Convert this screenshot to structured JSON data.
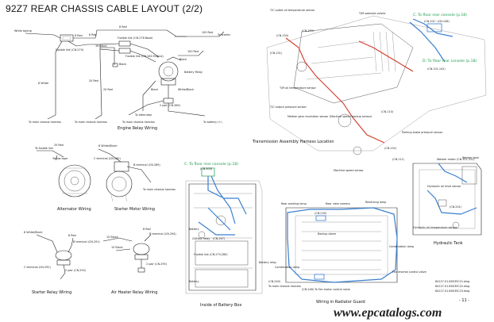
{
  "header": {
    "title": "92Z7 REAR CHASSIS CABLE LAYOUT (2/2)"
  },
  "engine_relay": {
    "caption": "Engine Relay Wiring",
    "labels": [
      {
        "id": "white-tape",
        "text": "White taping"
      },
      {
        "id": "fusible-cn279",
        "text": "Fusible link (CN.279)"
      },
      {
        "id": "w8-red-top",
        "text": "8 Red"
      },
      {
        "id": "w8-red-left",
        "text": "8 Red"
      },
      {
        "id": "w8-red-b",
        "text": "8 Red"
      },
      {
        "id": "w10-black",
        "text": "10 Black"
      },
      {
        "id": "black-a",
        "text": "Black"
      },
      {
        "id": "fusible-cn278",
        "text": "Fusible link (CN.278 Base)"
      },
      {
        "id": "fusible-cn280",
        "text": "Fusible link (CN.280 Engine)"
      },
      {
        "id": "w20-red",
        "text": "20 Red"
      },
      {
        "id": "w100-red",
        "text": "100 Red"
      },
      {
        "id": "to-starter",
        "text": "To starter"
      },
      {
        "id": "w100-red-b",
        "text": "100 Red"
      },
      {
        "id": "black-b",
        "text": "Black"
      },
      {
        "id": "battery-relay",
        "text": "Battery Relay"
      },
      {
        "id": "black-c",
        "text": "Black"
      },
      {
        "id": "white-black",
        "text": "White/Black"
      },
      {
        "id": "w8-white",
        "text": "8 White"
      },
      {
        "id": "w20-red-b",
        "text": "20 Red"
      },
      {
        "id": "w2-pair",
        "text": "2 pair (CN.360)"
      },
      {
        "id": "to-main-1",
        "text": "To main chassis harness"
      },
      {
        "id": "to-main-2",
        "text": "To main chassis harness"
      },
      {
        "id": "to-main-3",
        "text": "To main chassis harness"
      },
      {
        "id": "to-battery",
        "text": "To battery (+)"
      },
      {
        "id": "to-alternator",
        "text": "To alternator"
      }
    ]
  },
  "alternator": {
    "caption": "Alternator Wiring",
    "labels": [
      {
        "id": "to-fusible",
        "text": "To fusible link"
      },
      {
        "id": "w20-red-alt",
        "text": "20 Red"
      },
      {
        "id": "yellow-tape",
        "text": "Yellow tape"
      }
    ]
  },
  "starter_motor": {
    "caption": "Starter Motor Wiring",
    "labels": [
      {
        "id": "w8-whiteblack",
        "text": "8 White/Black"
      },
      {
        "id": "c-terminal",
        "text": "C terminal (CN.290)"
      },
      {
        "id": "b-terminal",
        "text": "B terminal (CN.289)"
      },
      {
        "id": "to-main-sm",
        "text": "To main chassis harness"
      }
    ]
  },
  "starter_relay": {
    "caption": "Starter Relay Wiring",
    "labels": [
      {
        "id": "w8-whiteblack-sr",
        "text": "8 White/Black"
      },
      {
        "id": "w8-red-sr",
        "text": "8 Red"
      },
      {
        "id": "b-terminal-sr",
        "text": "B terminal (CN.291)"
      },
      {
        "id": "c-terminal-sr",
        "text": "C terminal (CN.292)"
      },
      {
        "id": "w2-pair-sr",
        "text": "2 pair (CN.293)"
      }
    ]
  },
  "air_heater": {
    "caption": "Air Heater Relay Wiring",
    "labels": [
      {
        "id": "w15-black",
        "text": "15 Black"
      },
      {
        "id": "w15-black-b",
        "text": "15 Black"
      },
      {
        "id": "w8-red-ah",
        "text": "8 Red"
      },
      {
        "id": "b-terminal-ah",
        "text": "B terminal (CN.294)"
      },
      {
        "id": "w2-pair-ah",
        "text": "2 pair (CN.295)"
      }
    ]
  },
  "battery_box": {
    "caption": "Inside of Battery Box",
    "to_floor_rear": "C: To floor rear console (p.18)",
    "labels": [
      {
        "id": "cn303",
        "text": "(CN.303)"
      },
      {
        "id": "cn287",
        "text": "(CN.287)"
      },
      {
        "id": "cut-out-relay",
        "text": "Cut-out relay"
      },
      {
        "id": "fusible-bb",
        "text": "Fusible link (CN.279,280)"
      },
      {
        "id": "battery-relay-bb",
        "text": "Battery relay"
      },
      {
        "id": "battery-a",
        "text": "Battery"
      },
      {
        "id": "battery-b",
        "text": "Battery"
      }
    ]
  },
  "transmission": {
    "caption": "Transmission Assembly Harness Location",
    "to_floor_rear_a": "C: To floor rear console (p.18)",
    "to_floor_rear_b": "D: To floor rear console (p.18)",
    "labels": [
      {
        "id": "tc-outlet-temp",
        "text": "T/C outlet oil temperature sensor"
      },
      {
        "id": "cn150",
        "text": "(CN.150)"
      },
      {
        "id": "cn151",
        "text": "(CN.151)"
      },
      {
        "id": "cn159",
        "text": "(CN.159)"
      },
      {
        "id": "cn101",
        "text": "(CN.101~(CN.108)"
      },
      {
        "id": "cn131",
        "text": "(CN.101,102)"
      },
      {
        "id": "tm-solenoid",
        "text": "T/M solenoid valves"
      },
      {
        "id": "tm-oil-temp",
        "text": "T/M oil temperature sensor"
      },
      {
        "id": "tc-outlet-press",
        "text": "T/C output pressure sensor"
      },
      {
        "id": "cn110",
        "text": "(CN.110)"
      },
      {
        "id": "median-gear",
        "text": "Median gear revolution sensor (Machine speed backup sensor)"
      },
      {
        "id": "parking-brake",
        "text": "Parking brake pressure sensor"
      },
      {
        "id": "cn152",
        "text": "(CN.152)"
      },
      {
        "id": "cn111",
        "text": "(CN.111)"
      },
      {
        "id": "machine-speed",
        "text": "Machine speed sensor"
      }
    ]
  },
  "radiator_guard": {
    "caption": "Wiring in Radiator Guard",
    "labels": [
      {
        "id": "rear-working-lamp",
        "text": "Rear working lamp"
      },
      {
        "id": "rear-view-camera",
        "text": "Rear view camera"
      },
      {
        "id": "reverse-lamp",
        "text": "Reversing lamp"
      },
      {
        "id": "cn239",
        "text": "(CN.239)"
      },
      {
        "id": "backup-alarm",
        "text": "Backup alarm"
      },
      {
        "id": "combination-lamp-a",
        "text": "Combination lamp"
      },
      {
        "id": "combination-lamp-b",
        "text": "Combination lamp"
      },
      {
        "id": "rev-control-valve",
        "text": "Fan reverse control valve"
      },
      {
        "id": "cn240",
        "text": "(CN.240)"
      },
      {
        "id": "to-fan-motor",
        "text": "(CN.246) To Fan motor control valve"
      },
      {
        "id": "to-main-rg",
        "text": "To main chassis harness"
      }
    ]
  },
  "hydraulic_tank": {
    "caption": "Hydraulic Tank",
    "labels": [
      {
        "id": "washer-motor-a",
        "text": "Washer motor (CN.311,312)"
      },
      {
        "id": "washer-tank",
        "text": "Washer tank"
      },
      {
        "id": "hyd-oil-level",
        "text": "Hydraulic oil level sensor"
      },
      {
        "id": "cn201",
        "text": "(CN.201)"
      },
      {
        "id": "hyd-oil-temp",
        "text": "Hydraulic oil temperature sensor"
      }
    ]
  },
  "footer": {
    "notes": [
      "84127-01-B0035C21.dwg",
      "84127-01-B0035C22.dwg",
      "84127-01-B0035C23.dwg"
    ],
    "page": "- 11 -",
    "watermark": "www.epcatalogs.com"
  }
}
